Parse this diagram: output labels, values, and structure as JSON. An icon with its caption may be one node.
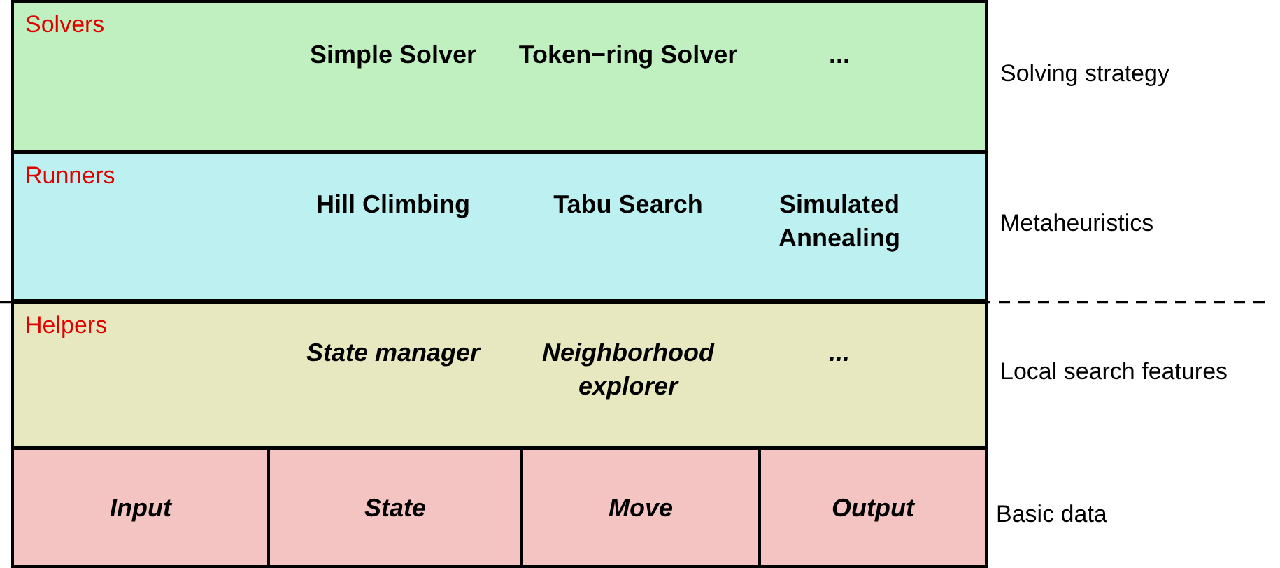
{
  "diagram": {
    "nodes": [
      {
        "text": [
          "Solvers",
          "Simple Solver",
          "Token−ring Solver",
          "..."
        ],
        "beside": [
          "Solving strategy"
        ]
      },
      {
        "text": [
          "Runners",
          "Hill Climbing",
          "Tabu Search",
          "Simulated Annealing"
        ],
        "beside": [
          "Metaheuristics"
        ]
      },
      {
        "text": [
          "Helpers",
          "State manager",
          "Neighborhood explorer",
          "..."
        ],
        "beside": [
          "Local search features"
        ]
      },
      {
        "text": [
          "Input"
        ]
      },
      {
        "text": [
          "State"
        ]
      },
      {
        "text": [
          "Move"
        ]
      },
      {
        "text": [
          "Output"
        ]
      }
    ],
    "edges": [],
    "labels": [
      "Basic data"
    ]
  }
}
